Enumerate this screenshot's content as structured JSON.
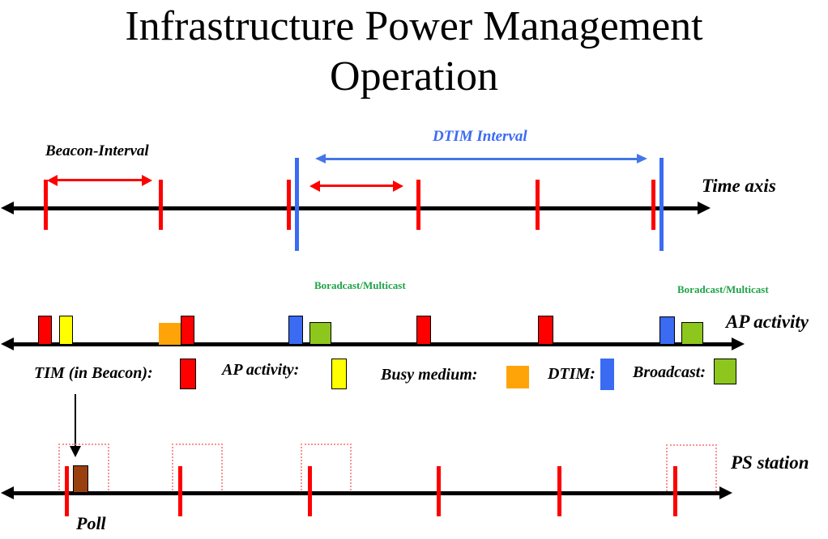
{
  "title": {
    "line1": "Infrastructure Power Management",
    "line2": "Operation"
  },
  "time_axis": {
    "label": "Time axis",
    "beacon_interval_label": "Beacon-Interval",
    "dtim_interval_label": "DTIM Interval"
  },
  "ap_activity": {
    "label": "AP activity",
    "broadcast_label_1": "Boradcast/Multicast",
    "broadcast_label_2": "Boradcast/Multicast"
  },
  "legend": {
    "items": [
      {
        "label": "TIM (in Beacon):",
        "color_key": "tim_red"
      },
      {
        "label": "AP activity:",
        "color_key": "ap_yellow"
      },
      {
        "label": "Busy medium:",
        "color_key": "busy_orange"
      },
      {
        "label": "DTIM:",
        "color_key": "dtim_blue"
      },
      {
        "label": "Broadcast:",
        "color_key": "broadcast_green"
      }
    ]
  },
  "ps_station": {
    "label": "PS station",
    "poll_label": "Poll"
  },
  "colors": {
    "tim_red": "#FF0000",
    "ap_yellow": "#FFFF00",
    "busy_orange": "#FFA408",
    "dtim_blue": "#3A6BF2",
    "broadcast_green": "#8DC71E",
    "poll_brown": "#99400F",
    "broadcast_text_green": "#1FA349",
    "interval_arrow_blue": "#4576E8",
    "dotted_box_pink": "#FA9393",
    "axis_black": "#000000"
  }
}
